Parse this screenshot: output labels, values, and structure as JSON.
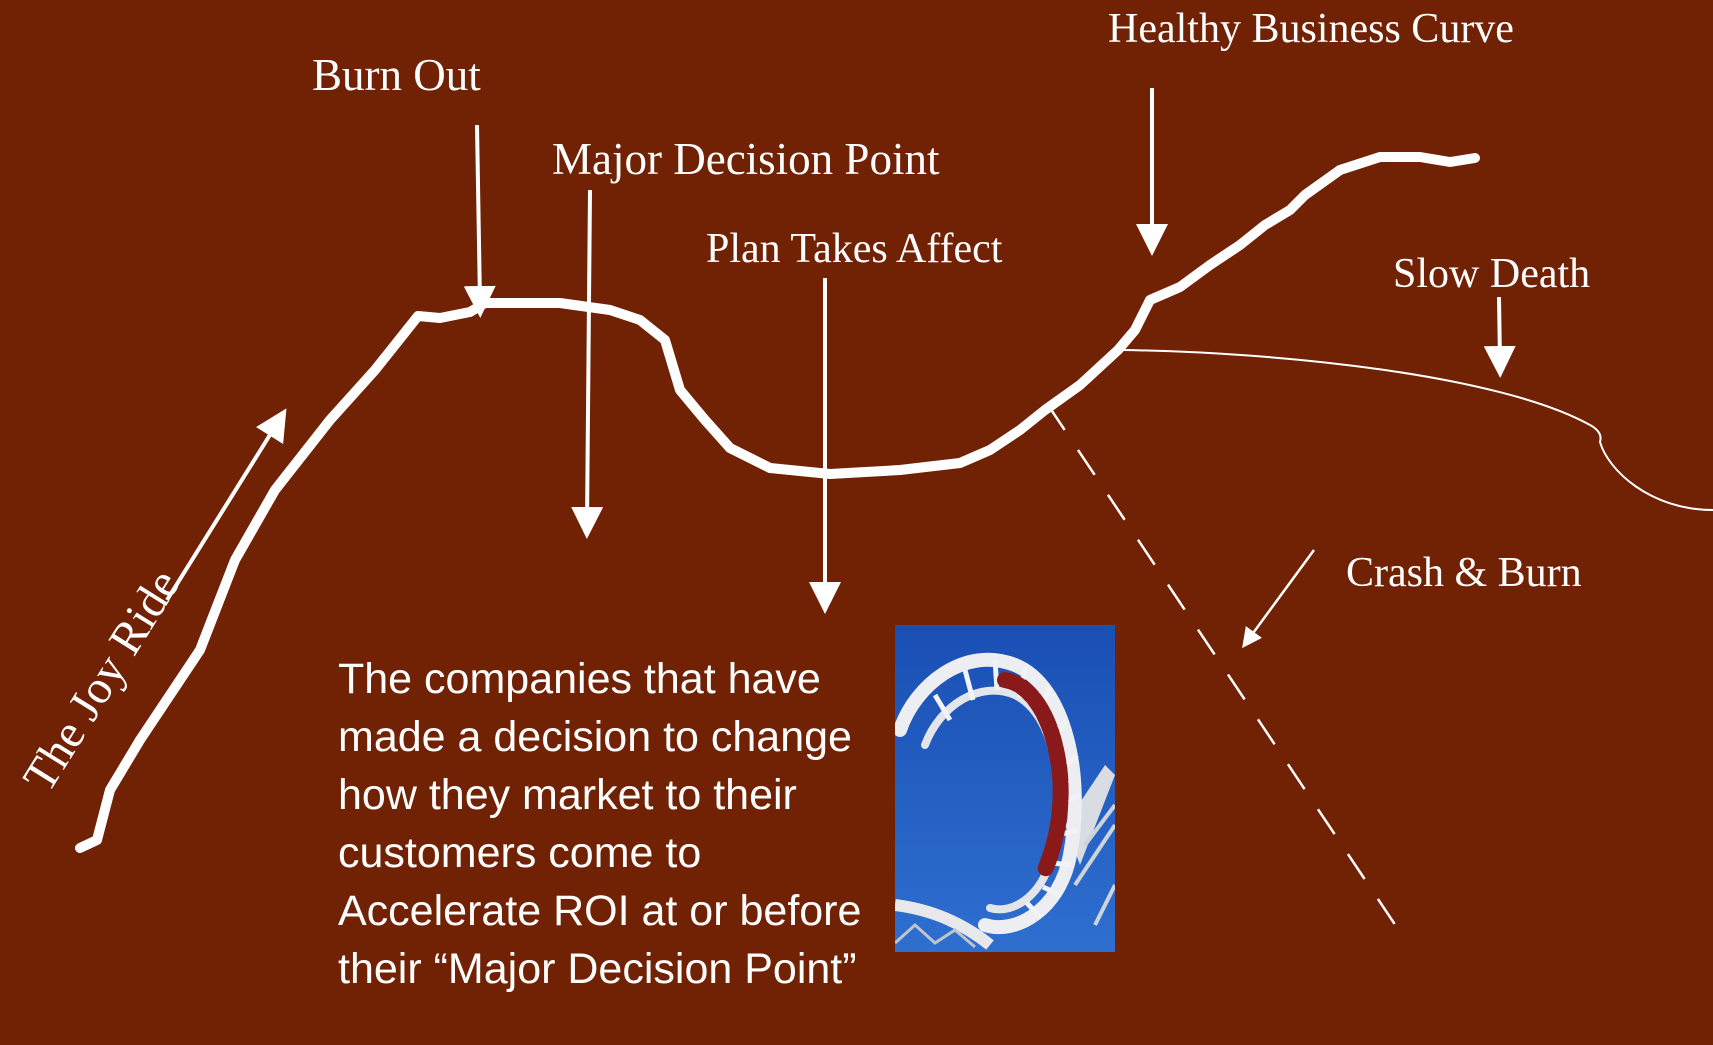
{
  "labels": {
    "burn_out": "Burn Out",
    "major_decision_point": "Major Decision Point",
    "plan_takes_affect": "Plan Takes Affect",
    "healthy_business_curve": "Healthy Business Curve",
    "slow_death": "Slow Death",
    "crash_and_burn": "Crash & Burn",
    "joy_ride": "The Joy Ride"
  },
  "body": {
    "text": "The companies that have made a decision to change how they market to their customers come to Accelerate ROI at or before their “Major Decision Point”"
  },
  "image": {
    "subject": "roller-coaster-loop",
    "colors": {
      "sky": "#1f55b8",
      "track": "#e8e8ea",
      "cars": "#8a1a1a"
    }
  },
  "colors": {
    "background": "#722204",
    "foreground": "#ffffff"
  }
}
